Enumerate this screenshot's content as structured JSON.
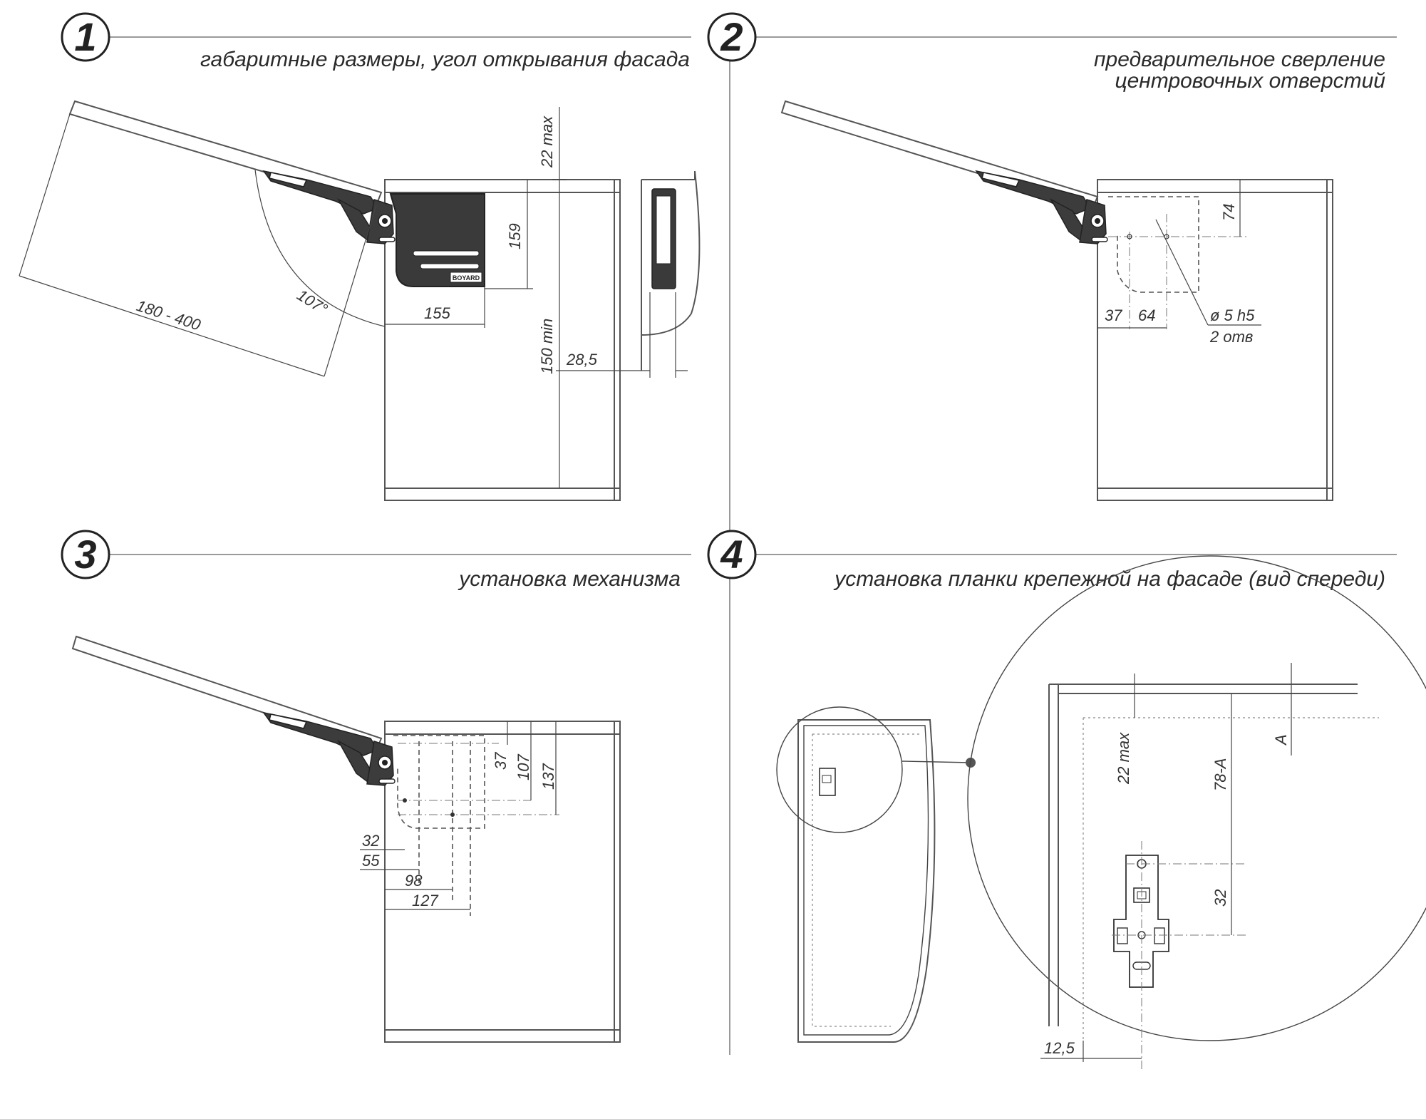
{
  "panels": [
    {
      "number": "1",
      "title_lines": [
        "габаритные размеры, угол открывания фасада"
      ]
    },
    {
      "number": "2",
      "title_lines": [
        "предварительное сверление",
        "центровочных отверстий"
      ]
    },
    {
      "number": "3",
      "title_lines": [
        "установка механизма"
      ]
    },
    {
      "number": "4",
      "title_lines": [
        "установка планки крепежной на фасаде (вид спереди)"
      ]
    }
  ],
  "dims1": {
    "max22": "22 max",
    "h159": "159",
    "range": "180 - 400",
    "angle": "107°",
    "w155": "155",
    "min150": "150 min",
    "d285": "28,5"
  },
  "dims2": {
    "d74": "74",
    "d37": "37",
    "d64": "64",
    "hole": "ø 5 h5",
    "holes": "2 отв"
  },
  "dims3": {
    "d37": "37",
    "d107": "107",
    "d137": "137",
    "d32": "32",
    "d55": "55",
    "d98": "98",
    "d127": "127"
  },
  "dims4": {
    "max22": "22 max",
    "a": "A",
    "d78a": "78-A",
    "d32": "32",
    "d125": "12,5"
  },
  "logo": {
    "text": "BOYARD"
  },
  "colors": {
    "line": "#555555",
    "mechanism": "#3c3c3c",
    "separator": "#9a9a9a"
  }
}
